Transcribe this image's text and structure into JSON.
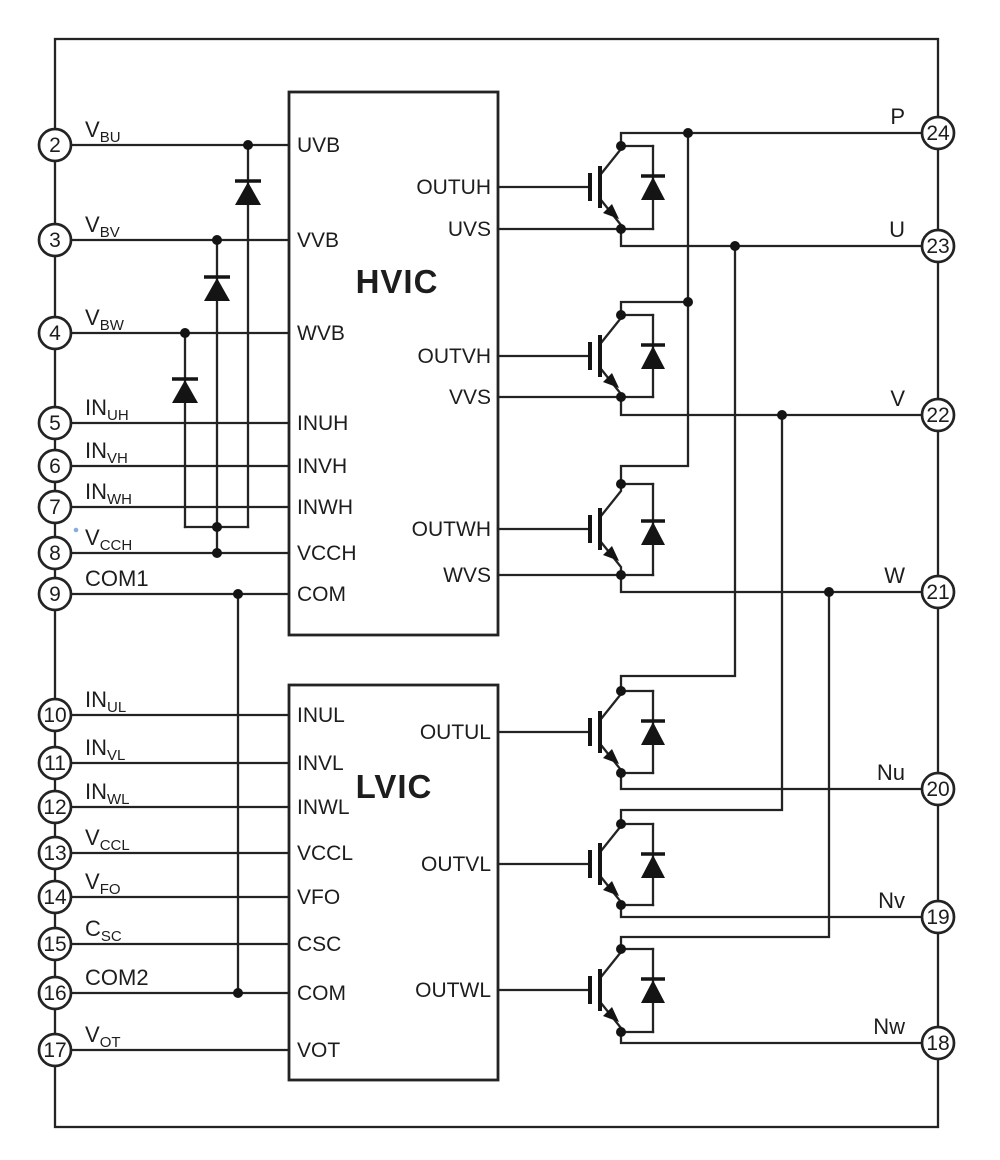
{
  "colors": {
    "line": "#232323",
    "background": "#ffffff"
  },
  "hvic": {
    "title": "HVIC",
    "left_ports": [
      "UVB",
      "VVB",
      "WVB",
      "INUH",
      "INVH",
      "INWH",
      "VCCH",
      "COM"
    ],
    "right_ports": [
      "OUTUH",
      "UVS",
      "OUTVH",
      "VVS",
      "OUTWH",
      "WVS"
    ]
  },
  "lvic": {
    "title": "LVIC",
    "left_ports": [
      "INUL",
      "INVL",
      "INWL",
      "VCCL",
      "VFO",
      "CSC",
      "COM",
      "VOT"
    ],
    "right_ports": [
      "OUTUL",
      "OUTVL",
      "OUTWL"
    ]
  },
  "pins_left": [
    {
      "num": "2",
      "main": "V",
      "sub": "BU"
    },
    {
      "num": "3",
      "main": "V",
      "sub": "BV"
    },
    {
      "num": "4",
      "main": "V",
      "sub": "BW"
    },
    {
      "num": "5",
      "main": "IN",
      "sub": "UH"
    },
    {
      "num": "6",
      "main": "IN",
      "sub": "VH"
    },
    {
      "num": "7",
      "main": "IN",
      "sub": "WH"
    },
    {
      "num": "8",
      "main": "V",
      "sub": "CCH"
    },
    {
      "num": "9",
      "main": "COM1",
      "sub": ""
    },
    {
      "num": "10",
      "main": "IN",
      "sub": "UL"
    },
    {
      "num": "11",
      "main": "IN",
      "sub": "VL"
    },
    {
      "num": "12",
      "main": "IN",
      "sub": "WL"
    },
    {
      "num": "13",
      "main": "V",
      "sub": "CCL"
    },
    {
      "num": "14",
      "main": "V",
      "sub": "FO"
    },
    {
      "num": "15",
      "main": "C",
      "sub": "SC"
    },
    {
      "num": "16",
      "main": "COM2",
      "sub": ""
    },
    {
      "num": "17",
      "main": "V",
      "sub": "OT"
    }
  ],
  "pins_right": [
    {
      "num": "24",
      "label": "P"
    },
    {
      "num": "23",
      "label": "U"
    },
    {
      "num": "22",
      "label": "V"
    },
    {
      "num": "21",
      "label": "W"
    },
    {
      "num": "20",
      "label": "Nu"
    },
    {
      "num": "19",
      "label": "Nv"
    },
    {
      "num": "18",
      "label": "Nw"
    }
  ]
}
